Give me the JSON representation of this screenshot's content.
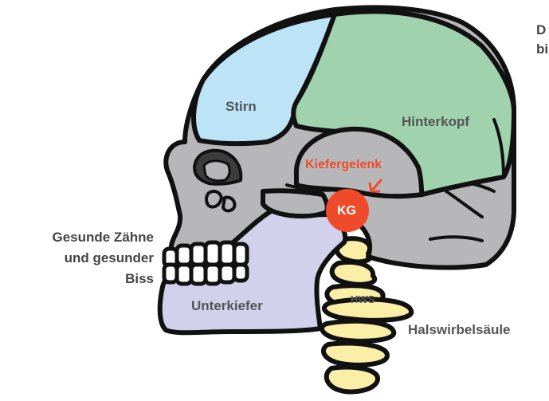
{
  "labels": {
    "stirn": "Stirn",
    "hinterkopf": "Hinterkopf",
    "kiefergelenk": "Kiefergelenk",
    "kg": "KG",
    "teeth_line1": "Gesunde Zähne",
    "teeth_line2": "und gesunder",
    "teeth_line3": "Biss",
    "unterkiefer": "Unterkiefer",
    "hws": "HWS",
    "halswirbelsaeule": "Halswirbelsäule",
    "corner_line1": "D",
    "corner_line2": "bi"
  },
  "colors": {
    "outline": "#111111",
    "skull_grey": "#b7b7b9",
    "stirn_blue": "#bde3f6",
    "hinterkopf_green": "#9fd2ad",
    "unterkiefer_lavender": "#d2d0ea",
    "spine_yellow": "#fbeea6",
    "kg_red": "#ef4b2a",
    "teeth_white": "#ffffff",
    "eye_dark": "#3c3c3c"
  }
}
